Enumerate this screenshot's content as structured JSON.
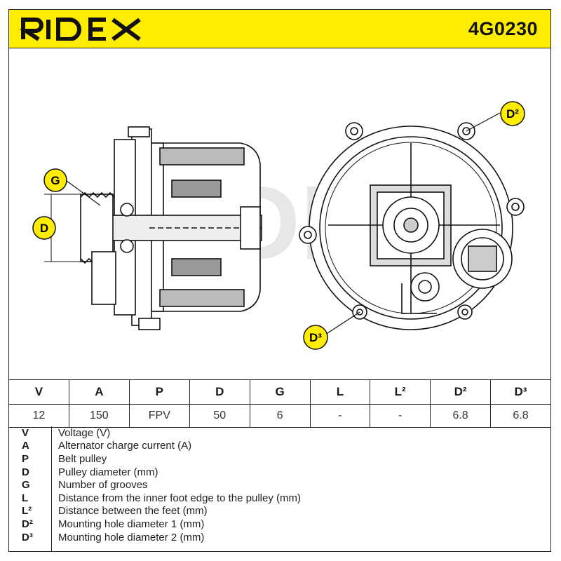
{
  "header": {
    "brand": "RIDEX",
    "part_number": "4G0230",
    "background_color": "#ffed00"
  },
  "drawing": {
    "callouts": {
      "g": "G",
      "d": "D",
      "d2": "D²",
      "d3": "D³"
    },
    "watermark": "RIDEX"
  },
  "spec_table": {
    "headers": [
      "V",
      "A",
      "P",
      "D",
      "G",
      "L",
      "L²",
      "D²",
      "D³"
    ],
    "values": [
      "12",
      "150",
      "FPV",
      "50",
      "6",
      "-",
      "-",
      "6.8",
      "6.8"
    ]
  },
  "legend": [
    {
      "code": "V",
      "description": "Voltage (V)"
    },
    {
      "code": "A",
      "description": "Alternator charge current (A)"
    },
    {
      "code": "P",
      "description": "Belt pulley"
    },
    {
      "code": "D",
      "description": "Pulley diameter (mm)"
    },
    {
      "code": "G",
      "description": "Number of grooves"
    },
    {
      "code": "L",
      "description": "Distance from the inner foot edge to the pulley (mm)"
    },
    {
      "code": "L²",
      "description": "Distance between the feet (mm)"
    },
    {
      "code": "D²",
      "description": "Mounting hole diameter 1 (mm)"
    },
    {
      "code": "D³",
      "description": "Mounting hole diameter 2 (mm)"
    }
  ]
}
